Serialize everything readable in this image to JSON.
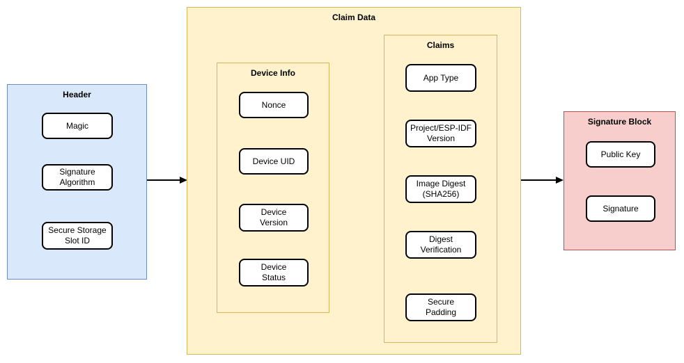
{
  "diagram": {
    "header": {
      "title": "Header",
      "items": [
        "Magic",
        "Signature\nAlgorithm",
        "Secure Storage\nSlot ID"
      ]
    },
    "claim_data": {
      "title": "Claim Data",
      "device_info": {
        "title": "Device Info",
        "items": [
          "Nonce",
          "Device UID",
          "Device\nVersion",
          "Device\nStatus"
        ]
      },
      "claims": {
        "title": "Claims",
        "items": [
          "App Type",
          "Project/ESP-IDF\nVersion",
          "Image Digest\n(SHA256)",
          "Digest\nVerification",
          "Secure\nPadding"
        ]
      }
    },
    "signature_block": {
      "title": "Signature Block",
      "items": [
        "Public Key",
        "Signature"
      ]
    },
    "connections": [
      {
        "from": "Header",
        "to": "Claim Data"
      },
      {
        "from": "Claim Data",
        "to": "Signature Block"
      }
    ],
    "colors": {
      "header_fill": "#dae8fc",
      "header_border": "#6c8ebf",
      "claim_data_fill": "#fff2cc",
      "claim_data_border": "#d6b656",
      "signature_block_fill": "#f8cecc",
      "signature_block_border": "#b85450",
      "node_fill": "#ffffff",
      "node_border": "#000000",
      "arrow": "#000000"
    }
  }
}
